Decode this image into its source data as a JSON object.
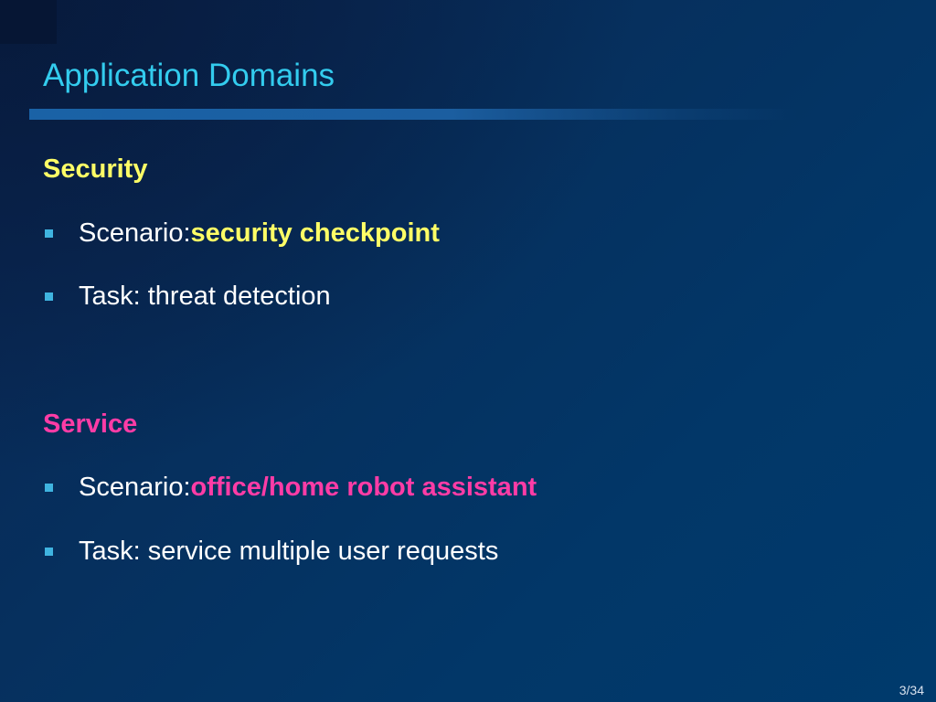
{
  "slide": {
    "title": "Application Domains",
    "page_number": "3/34"
  },
  "sections": [
    {
      "heading": "Security",
      "heading_color": "#ffff66",
      "bullets": [
        {
          "prefix": "Scenario: ",
          "emphasis": "security checkpoint"
        },
        {
          "prefix": "Task: threat detection",
          "emphasis": ""
        }
      ]
    },
    {
      "heading": "Service",
      "heading_color": "#ff3ca6",
      "bullets": [
        {
          "prefix": "Scenario: ",
          "emphasis": "office/home robot assistant"
        },
        {
          "prefix": "Task: service multiple user requests",
          "emphasis": ""
        }
      ]
    }
  ],
  "colors": {
    "title": "#33ccee",
    "bullet_marker": "#3fb4e0",
    "body_text": "#ffffff"
  }
}
